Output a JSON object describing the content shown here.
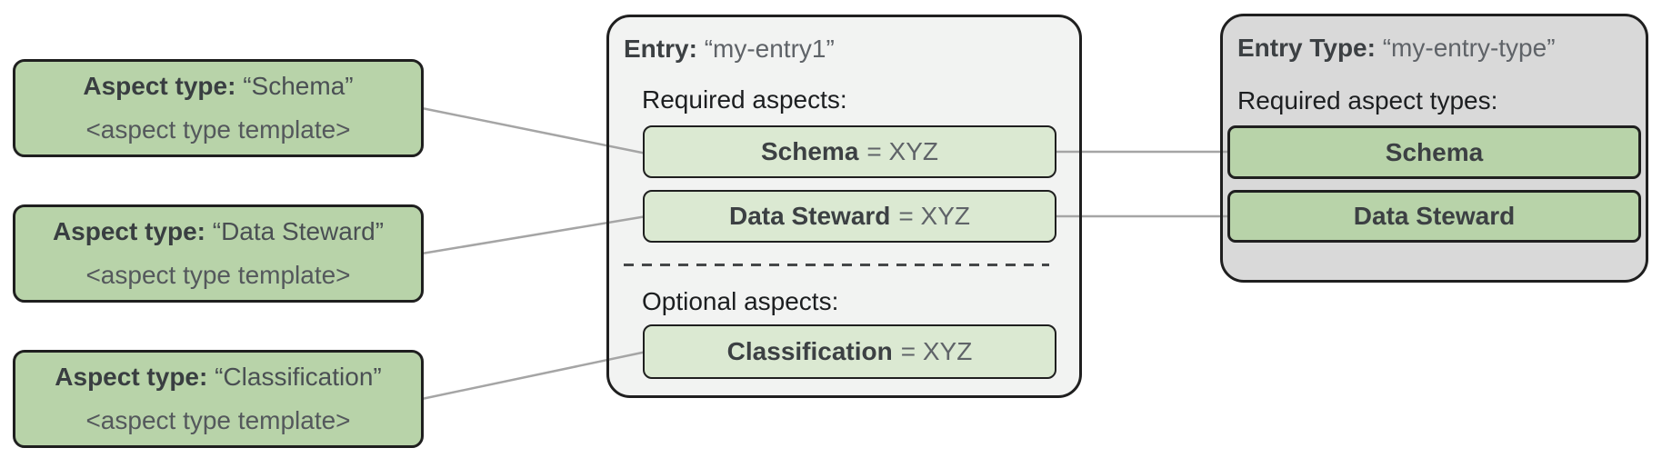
{
  "diagram": {
    "description": "Aspect types attached to an entry, governed by an entry type"
  },
  "colors": {
    "green_box": "#b8d3a9",
    "light_green_pill": "#dbe9d2",
    "entry_container_bg": "#f2f3f2",
    "entry_type_container_bg": "#d9d9d9",
    "border": "#1f1f1f",
    "connector": "#a5a5a5",
    "bold_text": "#3c4043",
    "muted_text": "#5f6368"
  },
  "aspect_types": [
    {
      "label": "Aspect type:",
      "name": "“Schema”",
      "template": "<aspect type template>"
    },
    {
      "label": "Aspect type:",
      "name": "“Data Steward”",
      "template": "<aspect type template>"
    },
    {
      "label": "Aspect type:",
      "name": "“Classification”",
      "template": "<aspect type template>"
    }
  ],
  "entry": {
    "label": "Entry:",
    "name": "“my-entry1”",
    "required_heading": "Required aspects:",
    "required_aspects": [
      {
        "name": "Schema",
        "value": "= XYZ"
      },
      {
        "name": "Data Steward",
        "value": "= XYZ"
      }
    ],
    "optional_heading": "Optional aspects:",
    "optional_aspects": [
      {
        "name": "Classification",
        "value": "= XYZ"
      }
    ]
  },
  "entry_type": {
    "label": "Entry Type:",
    "name": "“my-entry-type”",
    "required_heading": "Required aspect types:",
    "required_aspect_types": [
      "Schema",
      "Data Steward"
    ]
  }
}
